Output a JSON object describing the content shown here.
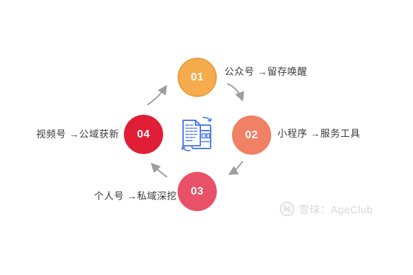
{
  "diagram": {
    "nodes": [
      {
        "number": "01",
        "label": "公众号 →留存唤醒",
        "color": "#F6AC4D",
        "border_color": "#EA9C3B"
      },
      {
        "number": "02",
        "label": "小程序 →服务工具",
        "color": "#F08165"
      },
      {
        "number": "03",
        "label": "个人号 →私域深挖",
        "color": "#E95168"
      },
      {
        "number": "04",
        "label": "视频号 →公域获新",
        "color": "#E01F37"
      }
    ],
    "center_icon": "documents-sync-icon",
    "icon_color": "#4D7CEB",
    "arrow_color": "#9E9E9E",
    "label_color": "#3A3A3A",
    "number_color": "#FFFFFF",
    "background": "#FFFFFF"
  },
  "watermark": {
    "logo": "xueqiu-logo",
    "text": "雪球：AgeClub",
    "color": "#D9D9D9"
  }
}
